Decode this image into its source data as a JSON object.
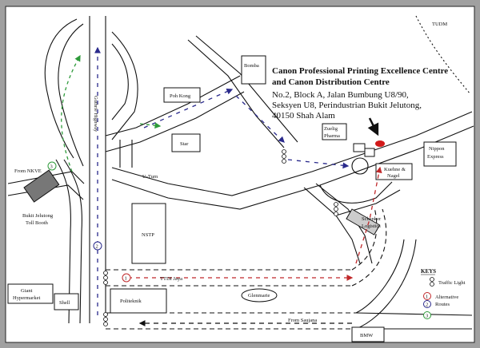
{
  "map": {
    "title_line1": "Canon Professional Printing Excellence Centre",
    "title_line2": "and Canon Distribution Centre",
    "address_lines": [
      "No.2, Block A, Jalan Bumbung U8/90,",
      "Seksyen U8, Perindustrian Bukit Jelutong,",
      "40150 Shah Alam"
    ],
    "labels": {
      "tudm": "TUDM",
      "bomba": "Bomba",
      "poh_kong": "Poh Kong",
      "star": "Star",
      "u_turn": "U-Turn",
      "nstp": "NSTP",
      "zuellig_1": "Zuelig",
      "zuellig_2": "Pharma",
      "nippon_1": "Nippon",
      "nippon_2": "Express",
      "kuehne_1": "Kuehne &",
      "kuehne_2": "Nagel",
      "schenker_1": "Schenker",
      "schenker_2": "Logistics",
      "guthrie": "Guthrie Highway",
      "from_nkve": "From NKVE",
      "bukit_1": "Bukit Jelutong",
      "bukit_2": "Toll Booth",
      "giant_1": "Giant",
      "giant_2": "Hypermarket",
      "shell": "Shell",
      "politeknik": "Politeknik",
      "glenmarie": "Glenmarie",
      "ttdi": "TTDI Jaya",
      "from_saujana": "From Saujana",
      "bmw": "BMW"
    },
    "key": {
      "title": "KEYS",
      "traffic_light": "Traffic Light",
      "alternative_1": "Alternative",
      "alternative_2": "Routes",
      "route_numbers": [
        "1",
        "2",
        "3"
      ]
    },
    "route_colors": {
      "red": "#c0282a",
      "blue": "#2a2a8c",
      "green": "#2e9a3a"
    },
    "destination_color": "#d21a1a"
  }
}
